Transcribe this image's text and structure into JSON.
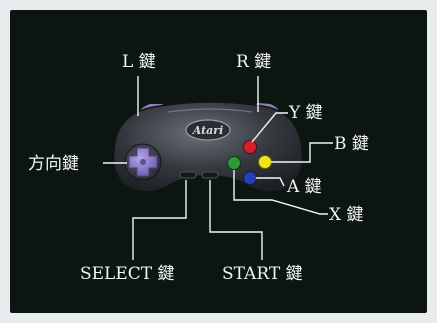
{
  "controller": {
    "logo_text": "Atari"
  },
  "labels": {
    "l_key": "L 鍵",
    "r_key": "R 鍵",
    "y_key": "Y 鍵",
    "b_key": "B 鍵",
    "a_key": "A 鍵",
    "x_key": "X 鍵",
    "dpad_key": "方向鍵",
    "select_key": "SELECT 鍵",
    "start_key": "START 鍵"
  },
  "colors": {
    "background": "#0c1610",
    "controller_body": "#2b2f35",
    "shoulder_buttons": "#8f7fb6",
    "dpad": "#8b78c6",
    "button_y": "#d61f27",
    "button_b": "#f2e21a",
    "button_a": "#2442b3",
    "button_x": "#2d9a3a",
    "label_text": "#f4f4f4"
  }
}
